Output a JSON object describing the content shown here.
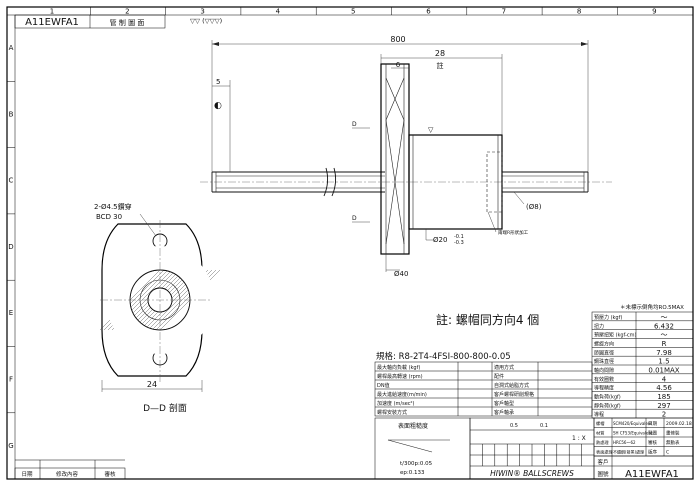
{
  "drawing_no": "A11EWFA1",
  "title_tab": "管 制 圖 面",
  "surface_symbol": "▽▽ (▽▽▽)",
  "border": {
    "cols": [
      "1",
      "2",
      "3",
      "4",
      "5",
      "6",
      "7",
      "8",
      "9"
    ],
    "rows": [
      "A",
      "B",
      "C",
      "D",
      "E",
      "F",
      "G"
    ]
  },
  "dims": {
    "total": "800",
    "flange_len": "28",
    "flange_thk": "6",
    "end_len": "5",
    "flange_od": "Ø40",
    "nut_od": "Ø20",
    "tol_upper": "-0.1",
    "tol_lower": "-0.3",
    "shaft": "(Ø8)",
    "note_ref": "註",
    "bcd_holes": "2-Ø4.5鑽穿",
    "bcd": "BCD 30",
    "width": "24",
    "datum_d": "D",
    "nut_label": "兩端R形狀加工"
  },
  "section_label": "D—D  剖面",
  "note": "註: 螺帽同方向4 個",
  "spec_line": "規格: R8-2T4-4FSI-800-800-0.05",
  "left_table": [
    [
      "最大軸向負載 (kgf)",
      "適用方式"
    ],
    [
      "螺桿最高轉速 (rpm)",
      "配件"
    ],
    [
      "DN值",
      "自潤式給脂方式"
    ],
    [
      "最大進給速度(m/min)",
      "客戶螺桿研削規格"
    ],
    [
      "加速度 (m/sec²)",
      "客戶軸型"
    ],
    [
      "螺桿安裝方式",
      "客戶軸承"
    ]
  ],
  "right_note": "＊未標示倒角均RO.5MAX",
  "right_table": [
    [
      "預壓力 (kgf)",
      "～"
    ],
    [
      "扭力",
      "6.432"
    ],
    [
      "預壓扭矩 (kgf-cm)",
      "～"
    ],
    [
      "螺旋方向",
      "R"
    ],
    [
      "節圓直徑",
      "7.98"
    ],
    [
      "鋼珠直徑",
      "1.5"
    ],
    [
      "軸向間隙",
      "0.01MAX"
    ],
    [
      "有效圈數",
      "4"
    ],
    [
      "導程精度",
      "4.56"
    ],
    [
      "動負荷(kgf)",
      "185"
    ],
    [
      "靜負荷(kgf)",
      "297"
    ],
    [
      "導程",
      "2"
    ]
  ],
  "material_rows": [
    [
      "螺帽",
      "SCM420/Equivalent",
      "日期",
      "2009.02.18"
    ],
    [
      "材質",
      "SH CF53/Equivalent",
      "製圖",
      "畫條裝"
    ],
    [
      "熱處理",
      "HRC56～62",
      "審核",
      "無動表"
    ],
    [
      "表面處理",
      "不鏽鋼(發黑)處理",
      "版序",
      "C"
    ]
  ],
  "roughness_title": "表面粗糙度",
  "tolerance_small": [
    "t/300p:0.05",
    "ep:0.133"
  ],
  "tol_row": [
    "0.5",
    "0.1",
    "1 : X"
  ],
  "brand": "HIWIN® BALLSCREWS",
  "customer_label": "客戶",
  "drawing_label": "圖號",
  "revision_header": [
    "日期",
    "修改內容",
    "審核"
  ]
}
